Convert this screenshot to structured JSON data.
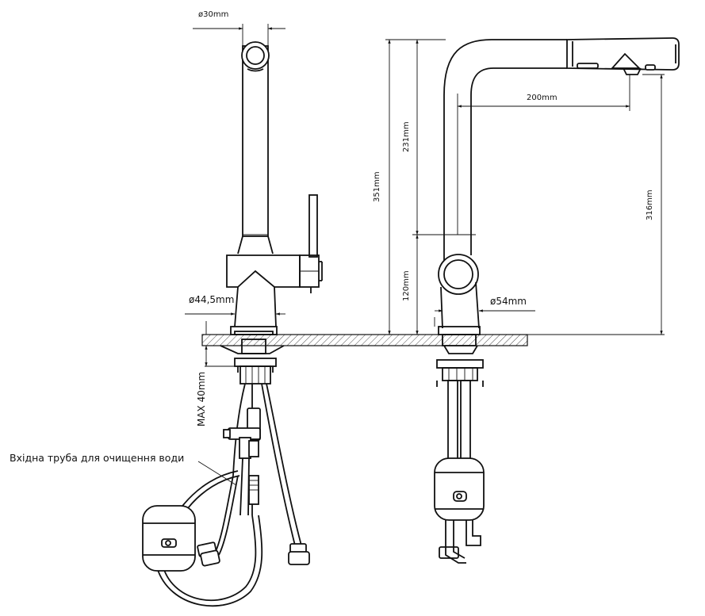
{
  "dimensions": {
    "top_diameter": "ø30mm",
    "base_diameter_front": "ø44,5mm",
    "base_diameter_side": "ø54mm",
    "reach": "200mm",
    "spout_height": "231mm",
    "total_height": "351mm",
    "outlet_height": "316mm",
    "body_height": "120mm",
    "max_thickness": "MAX 40mm"
  },
  "callout": {
    "purified_water_inlet": "Вхідна труба для очищення води"
  }
}
